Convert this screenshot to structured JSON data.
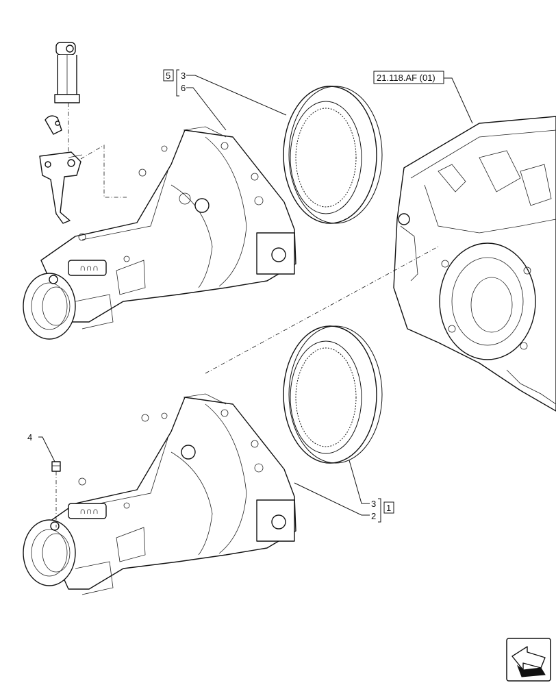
{
  "callouts": {
    "top_group_box": "5",
    "top_item_a": "3",
    "top_item_b": "6",
    "bottom_group_box": "1",
    "bottom_item_a": "3",
    "bottom_item_b": "2",
    "plug_item": "4"
  },
  "reference": {
    "label": "21.118.AF (01)"
  },
  "icons": {
    "nav": "arrow-navigation-icon"
  }
}
